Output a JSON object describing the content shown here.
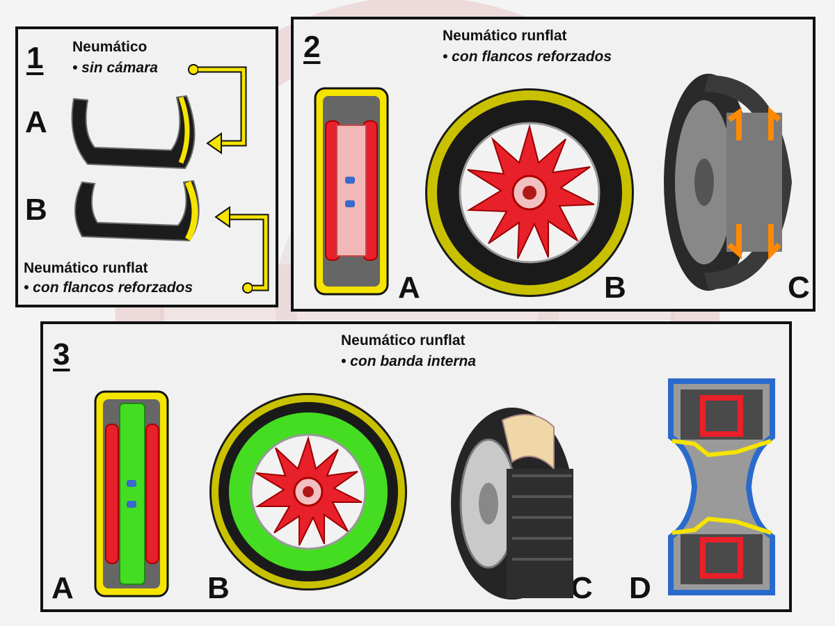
{
  "panel1": {
    "number": "1",
    "top_title": "Neumático",
    "top_subtitle": "• sin cámara",
    "label_a": "A",
    "label_b": "B",
    "bottom_title": "Neumático runflat",
    "bottom_subtitle": "• con flancos reforzados"
  },
  "panel2": {
    "number": "2",
    "title": "Neumático runflat",
    "subtitle": "• con flancos reforzados",
    "label_a": "A",
    "label_b": "B",
    "label_c": "C"
  },
  "panel3": {
    "number": "3",
    "title": "Neumático runflat",
    "subtitle": "• con banda interna",
    "label_a": "A",
    "label_b": "B",
    "label_c": "C",
    "label_d": "D"
  },
  "colors": {
    "highlight_yellow": "#f5e400",
    "rim_red": "#e8202a",
    "insert_green": "#44dd22",
    "tire_black": "#1a1a1a",
    "frame": "#111111",
    "watermark": "#d99a9a"
  }
}
